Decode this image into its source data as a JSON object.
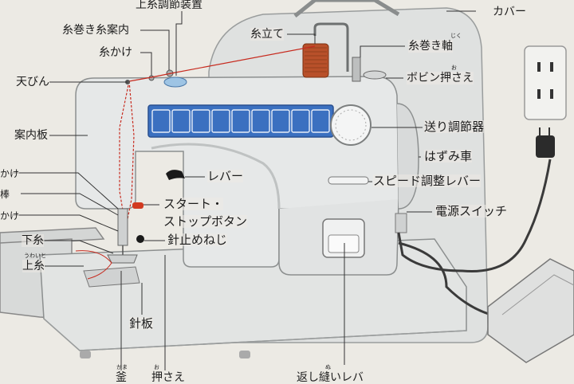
{
  "labels": {
    "thread_tension": "上糸調節装置",
    "cover": "カバー",
    "winder_guide": "糸巻き糸案内",
    "spool_pin": "糸立て",
    "thread_hook": "糸かけ",
    "bobbin_shaft": "糸巻き軸",
    "bobbin_shaft_ruby": "じく",
    "bobbin_holder": "ボビン押さえ",
    "bobbin_holder_ruby": "お",
    "take_up_lever": "天びん",
    "guide_plate": "案内板",
    "stitch_dial": "送り調節器",
    "handwheel": "はずみ車",
    "speed_lever": "スピード調整レバー",
    "lever": "レバー",
    "left_cut_1": "かけ",
    "left_cut_2": "棒",
    "left_cut_3": "かけ",
    "start_stop_1": "スタート・",
    "start_stop_2": "ストップボタン",
    "power_switch": "電源スイッチ",
    "lower_thread": "下糸",
    "upper_thread_ruby": "うわいと",
    "upper_thread": "上糸",
    "needle_screw": "針止めねじ",
    "needle_plate": "針板",
    "bottom_1_ruby": "かま",
    "bottom_1": "釜",
    "bottom_2_ruby": "お",
    "bottom_2": "押さえ",
    "bottom_3_ruby": "ぬ",
    "bottom_3": "返し縫いレバ"
  },
  "colors": {
    "body": "#e4e6e6",
    "cover": "#dcdedd",
    "panel": "#3b70c0",
    "thread": "#c72a1e",
    "spool": "#b8502a",
    "button": "#d23a20",
    "leader": "#333333"
  }
}
